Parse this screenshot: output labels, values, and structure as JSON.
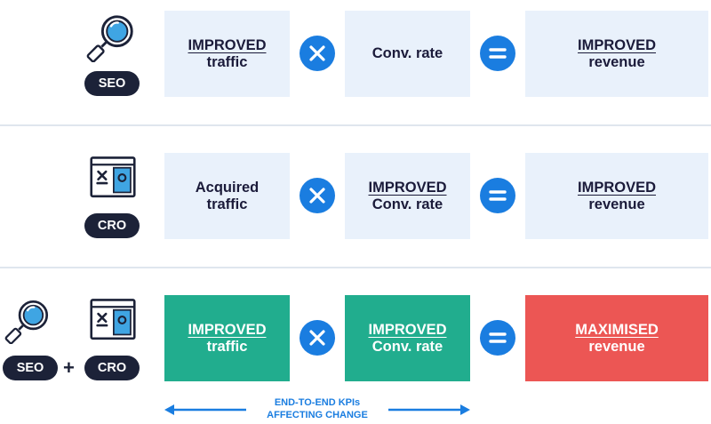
{
  "rows": [
    {
      "badges": [
        "SEO"
      ],
      "box1": {
        "emph": "IMPROVED",
        "text": "traffic"
      },
      "box2": {
        "emph": "",
        "text": "Conv. rate"
      },
      "result": {
        "emph": "IMPROVED",
        "text": "revenue"
      }
    },
    {
      "badges": [
        "CRO"
      ],
      "box1": {
        "emph": "",
        "text": "Acquired traffic"
      },
      "box2": {
        "emph": "IMPROVED",
        "text": "Conv. rate"
      },
      "result": {
        "emph": "IMPROVED",
        "text": "revenue"
      }
    },
    {
      "badges": [
        "SEO",
        "CRO"
      ],
      "plus": "+",
      "box1": {
        "emph": "IMPROVED",
        "text": "traffic"
      },
      "box2": {
        "emph": "IMPROVED",
        "text": "Conv. rate"
      },
      "result": {
        "emph": "MAXIMISED",
        "text": "revenue"
      }
    }
  ],
  "operators": {
    "multiply": "×",
    "equals": "="
  },
  "kpi_label": {
    "line1": "END-TO-END KPIs",
    "line2": "AFFECTING CHANGE"
  },
  "colors": {
    "light_box": "#e9f1fb",
    "improved_box": "#21ad8e",
    "maximised_box": "#ec5654",
    "operator_blue": "#1a7de0",
    "badge_navy": "#1c2238"
  },
  "icons": {
    "seo": "magnifier-icon",
    "cro": "ab-test-window-icon",
    "multiply": "multiply-icon",
    "equals": "equals-icon",
    "arrows": "double-arrow-icon"
  }
}
